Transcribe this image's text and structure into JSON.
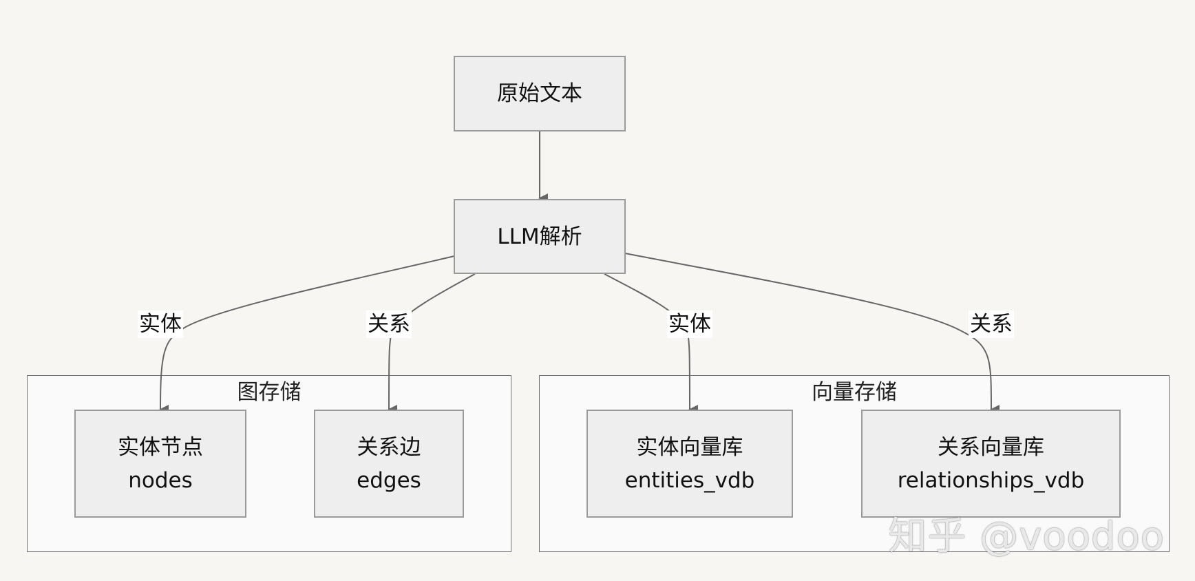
{
  "nodes": {
    "raw_text": {
      "label": "原始文本"
    },
    "llm_parse": {
      "label": "LLM解析"
    },
    "entity_nodes": {
      "label": "实体节点",
      "sublabel": "nodes"
    },
    "relation_edges": {
      "label": "关系边",
      "sublabel": "edges"
    },
    "entity_vdb": {
      "label": "实体向量库",
      "sublabel": "entities_vdb"
    },
    "relation_vdb": {
      "label": "关系向量库",
      "sublabel": "relationships_vdb"
    }
  },
  "groups": {
    "graph_storage": {
      "title": "图存储"
    },
    "vector_storage": {
      "title": "向量存储"
    }
  },
  "edges": {
    "to_entity_nodes": {
      "label": "实体"
    },
    "to_relation_edges": {
      "label": "关系"
    },
    "to_entity_vdb": {
      "label": "实体"
    },
    "to_relation_vdb": {
      "label": "关系"
    }
  },
  "watermark": {
    "text": "知乎 @voodoo"
  },
  "colors": {
    "background": "#f7f6f3",
    "node_fill": "#eeeeee",
    "node_border": "#9a9a9a",
    "edge": "#666666",
    "group_fill": "#fafafa"
  }
}
